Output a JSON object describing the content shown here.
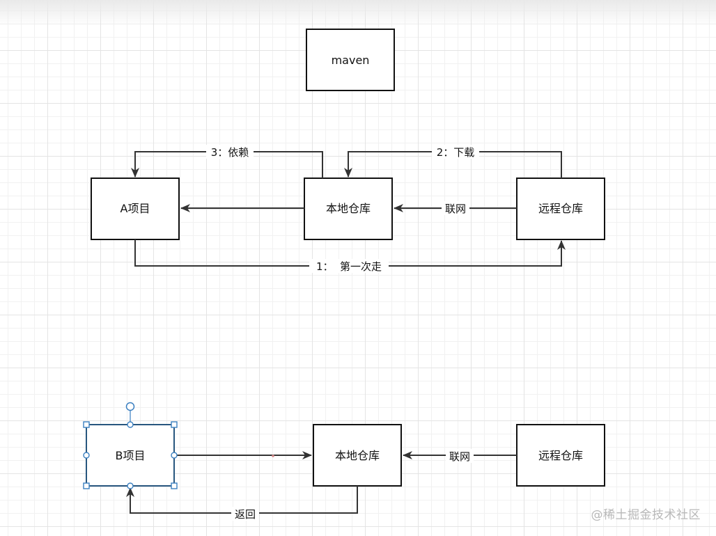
{
  "diagram": {
    "top": {
      "maven": "maven",
      "project_a": "A项目",
      "local_repo": "本地仓库",
      "remote_repo": "远程仓库",
      "edge_first_time": "1：  第一次走",
      "edge_download": "2：下载",
      "edge_depend": "3：依赖",
      "edge_network": "联网"
    },
    "bottom": {
      "project_b": "B项目",
      "local_repo": "本地仓库",
      "remote_repo": "远程仓库",
      "edge_network": "联网",
      "edge_return": "返回"
    }
  },
  "watermark": "@稀土掘金技术社区",
  "colors": {
    "line": "#333333",
    "selection": "#2f6ea3",
    "handle_fill": "#ffffff",
    "handle_stroke": "#3a7fc0"
  }
}
